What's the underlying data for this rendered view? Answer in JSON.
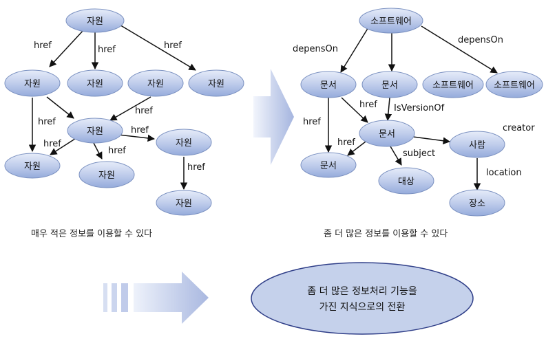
{
  "colors": {
    "node_fill_top": "#dfe6f7",
    "node_fill_bottom": "#9db2df",
    "node_stroke": "#6f86b8",
    "arrow": "#111111",
    "big_arrow": "#aab9e0",
    "message_fill": "#c4d0ea",
    "message_stroke": "#2f3f86"
  },
  "left_graph": {
    "nodes": [
      {
        "id": "L-top",
        "label": "자원"
      },
      {
        "id": "L-r1a",
        "label": "자원"
      },
      {
        "id": "L-r1b",
        "label": "자원"
      },
      {
        "id": "L-r1c",
        "label": "자원"
      },
      {
        "id": "L-r1d",
        "label": "자원"
      },
      {
        "id": "L-mid",
        "label": "자원"
      },
      {
        "id": "L-bl",
        "label": "자원"
      },
      {
        "id": "L-bm",
        "label": "자원"
      },
      {
        "id": "L-mr",
        "label": "자원"
      },
      {
        "id": "L-br",
        "label": "자원"
      }
    ],
    "edge_labels": [
      "href",
      "href",
      "href",
      "href",
      "href",
      "href",
      "href",
      "href",
      "href"
    ],
    "caption": "매우 적은 정보를 이용할 수 있다"
  },
  "right_graph": {
    "nodes": [
      {
        "id": "R-top",
        "label": "소프트웨어"
      },
      {
        "id": "R-doc1",
        "label": "문서"
      },
      {
        "id": "R-doc2",
        "label": "문서"
      },
      {
        "id": "R-sw1",
        "label": "소프트웨어"
      },
      {
        "id": "R-sw2",
        "label": "소프트웨어"
      },
      {
        "id": "R-doc3",
        "label": "문서"
      },
      {
        "id": "R-doc4",
        "label": "문서"
      },
      {
        "id": "R-target",
        "label": "대상"
      },
      {
        "id": "R-person",
        "label": "사람"
      },
      {
        "id": "R-place",
        "label": "장소"
      }
    ],
    "edge_labels": {
      "depends_left": "depensOn",
      "depends_right": "depensOn",
      "href_a": "href",
      "href_b": "href",
      "href_c": "href",
      "version": "IsVersionOf",
      "subject": "subject",
      "creator": "creator",
      "location": "location"
    },
    "caption": "좀 더 많은 정보를 이용할 수 있다"
  },
  "message": {
    "line1": "좀 더 많은 정보처리 기능을",
    "line2": "가진 지식으로의 전환"
  }
}
